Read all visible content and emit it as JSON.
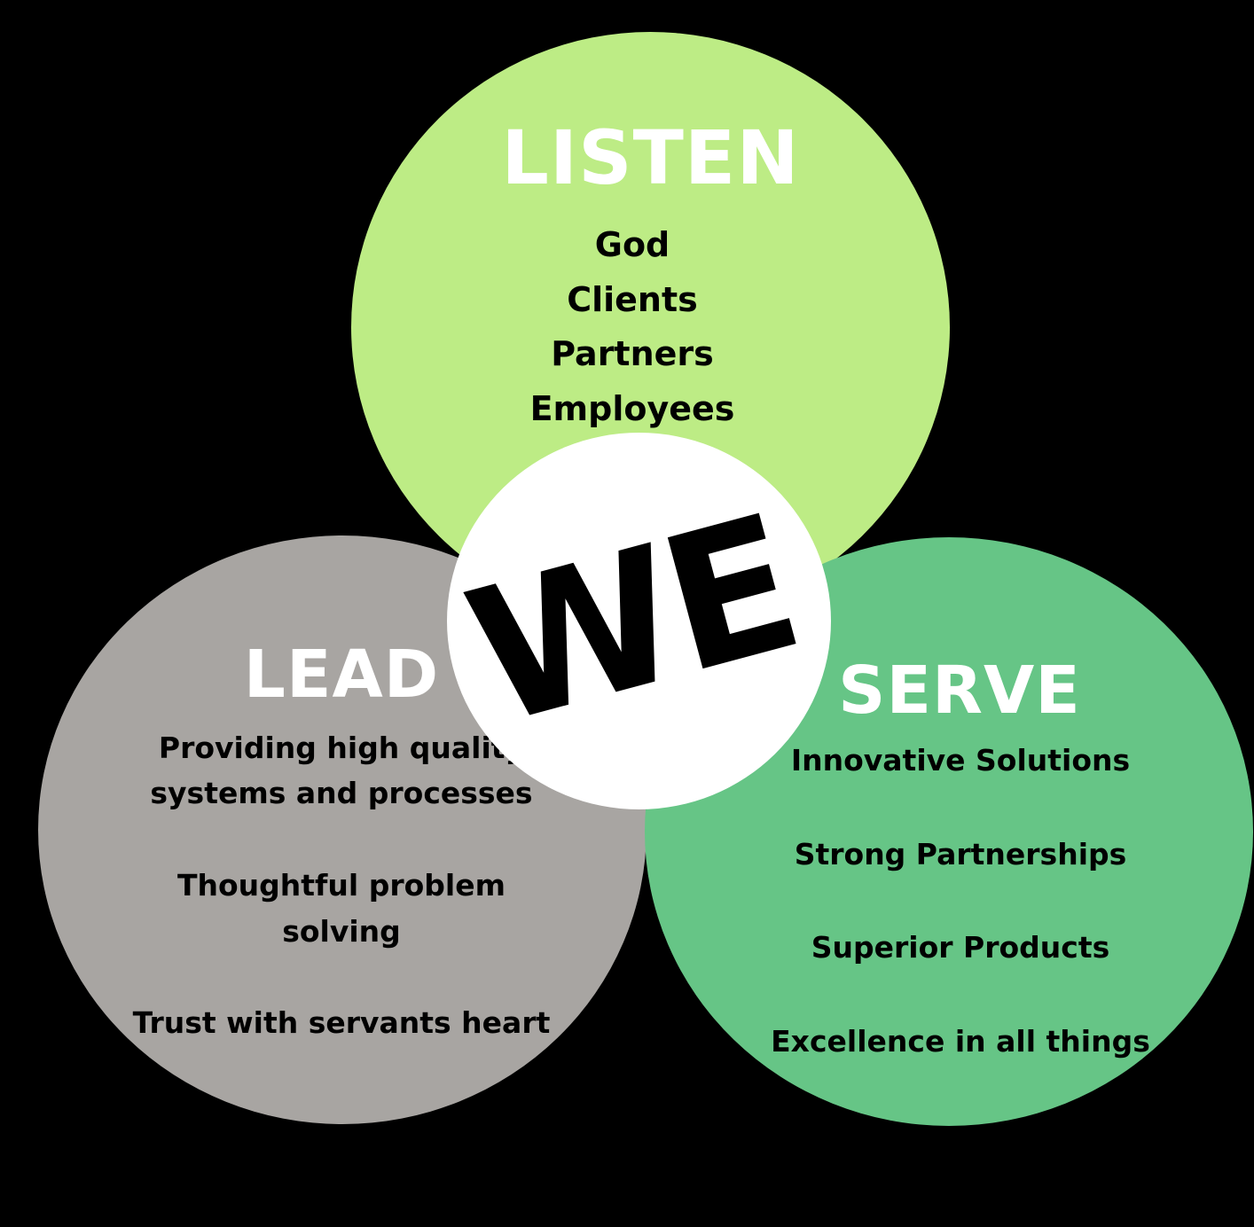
{
  "colors": {
    "background": "#000000",
    "listen": "#BDEC85",
    "lead": "#A8A5A2",
    "serve": "#66C586",
    "center": "#FFFFFF",
    "heading_text": "#FFFFFF",
    "body_text": "#000000"
  },
  "center": {
    "label": "WE"
  },
  "listen": {
    "title": "LISTEN",
    "items": [
      "God",
      "Clients",
      "Partners",
      "Employees"
    ]
  },
  "lead": {
    "title": "LEAD",
    "items": [
      "Providing high quality",
      "systems and processes",
      "Thoughtful problem",
      "solving",
      "Trust with servants heart"
    ]
  },
  "serve": {
    "title": "SERVE",
    "items": [
      "Innovative Solutions",
      "Strong Partnerships",
      "Superior Products",
      "Excellence in all things"
    ]
  }
}
